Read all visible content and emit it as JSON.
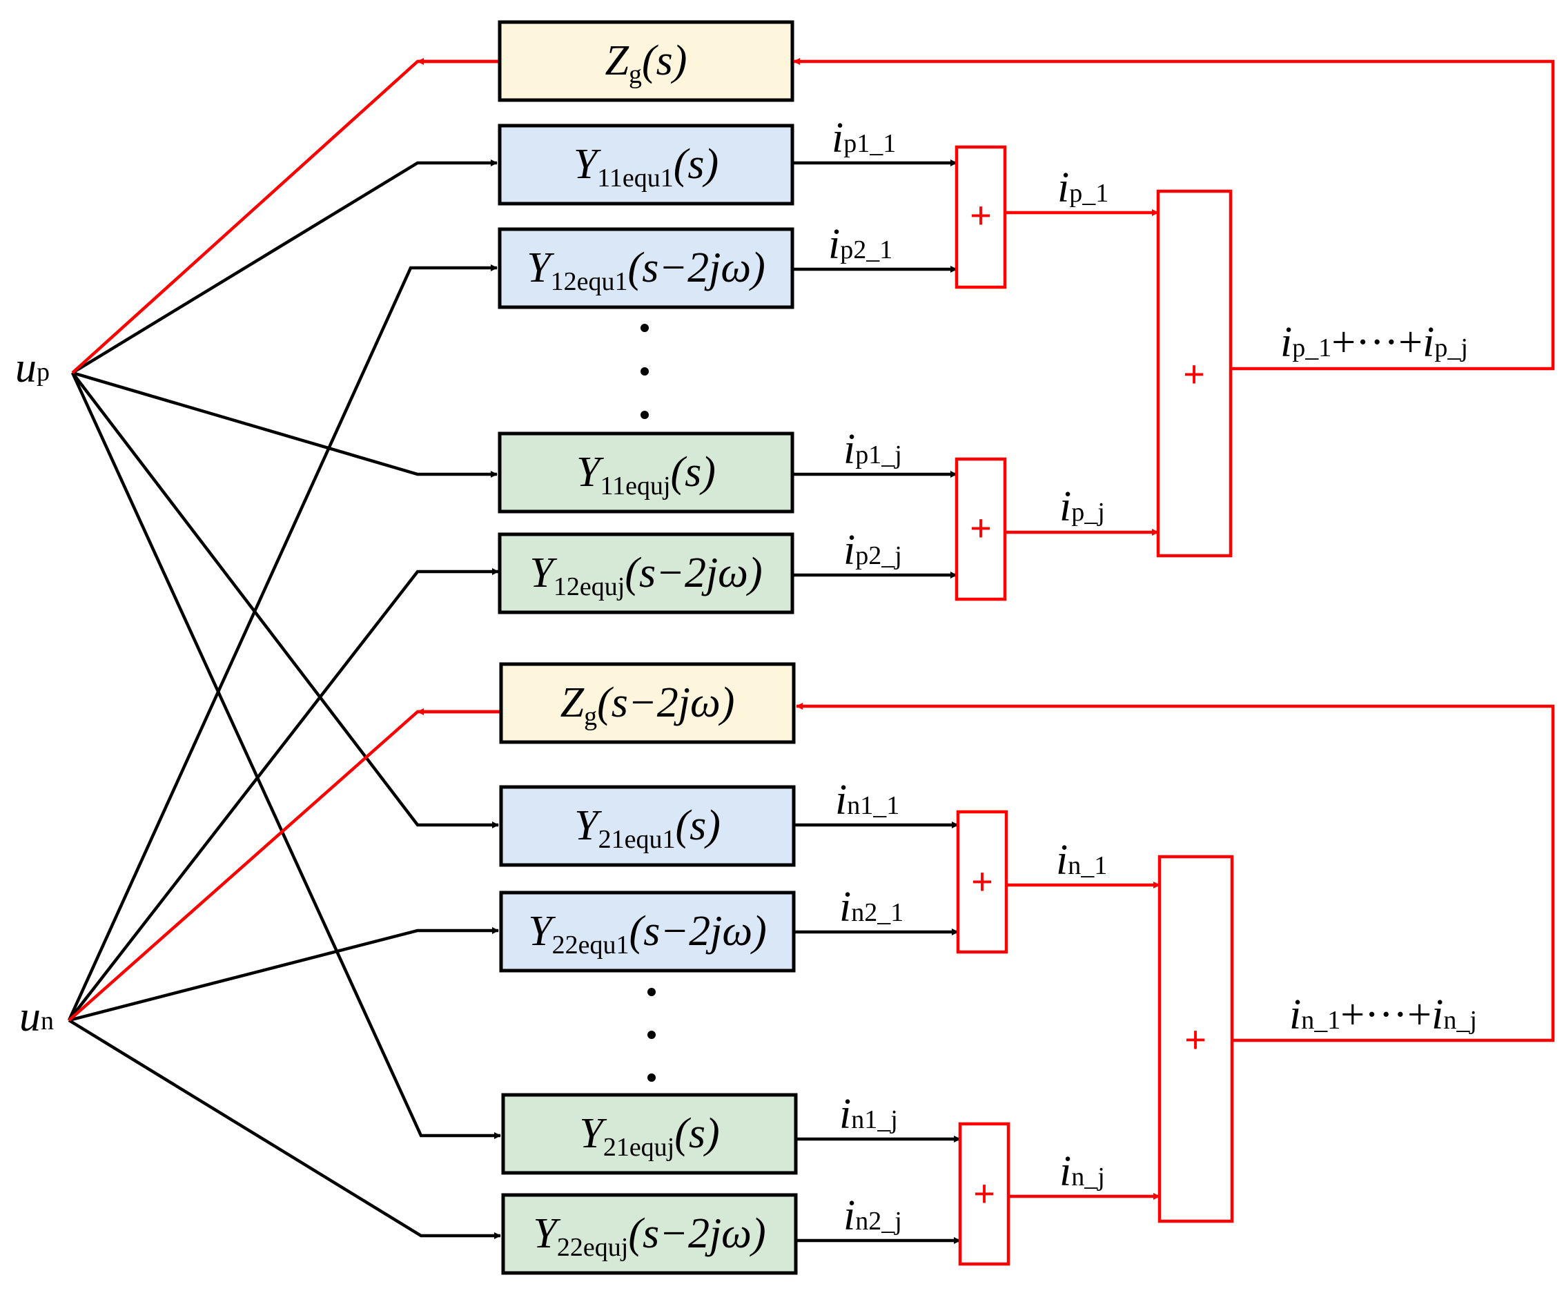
{
  "colors": {
    "impedance_fill": "#fdf5dc",
    "admittance1_fill": "#dae7f7",
    "admittancej_fill": "#d6e8d6",
    "feedback": "#ff0000",
    "signal": "#000000"
  },
  "inputs": {
    "up": {
      "main": "u",
      "sub": "p"
    },
    "un": {
      "main": "u",
      "sub": "n"
    }
  },
  "blocks": {
    "zg_p": {
      "main": "Z",
      "sub": "g",
      "arg": "(s)"
    },
    "y11_1": {
      "main": "Y",
      "sub": "11equ1",
      "arg": "(s)"
    },
    "y12_1": {
      "main": "Y",
      "sub": "12equ1",
      "arg": "(s−2jω)"
    },
    "y11_j": {
      "main": "Y",
      "sub": "11equj",
      "arg": "(s)"
    },
    "y12_j": {
      "main": "Y",
      "sub": "12equj",
      "arg": "(s−2jω)"
    },
    "zg_n": {
      "main": "Z",
      "sub": "g",
      "arg": "(s−2jω)"
    },
    "y21_1": {
      "main": "Y",
      "sub": "21equ1",
      "arg": "(s)"
    },
    "y22_1": {
      "main": "Y",
      "sub": "22equ1",
      "arg": "(s−2jω)"
    },
    "y21_j": {
      "main": "Y",
      "sub": "21equj",
      "arg": "(s)"
    },
    "y22_j": {
      "main": "Y",
      "sub": "22equj",
      "arg": "(s−2jω)"
    }
  },
  "currents": {
    "ip1_1": {
      "main": "i",
      "sub": "p1_1"
    },
    "ip2_1": {
      "main": "i",
      "sub": "p2_1"
    },
    "ip1_j": {
      "main": "i",
      "sub": "p1_j"
    },
    "ip2_j": {
      "main": "i",
      "sub": "p2_j"
    },
    "ip_1": {
      "main": "i",
      "sub": "p_1"
    },
    "ip_j": {
      "main": "i",
      "sub": "p_j"
    },
    "in1_1": {
      "main": "i",
      "sub": "n1_1"
    },
    "in2_1": {
      "main": "i",
      "sub": "n2_1"
    },
    "in1_j": {
      "main": "i",
      "sub": "n1_j"
    },
    "in2_j": {
      "main": "i",
      "sub": "n2_j"
    },
    "in_1": {
      "main": "i",
      "sub": "n_1"
    },
    "in_j": {
      "main": "i",
      "sub": "n_j"
    }
  },
  "totals": {
    "p": {
      "i1": "i",
      "s1": "p_1",
      "mid": "+···+",
      "i2": "i",
      "s2": "p_j"
    },
    "n": {
      "i1": "i",
      "s1": "n_1",
      "mid": "+···+",
      "i2": "i",
      "s2": "n_j"
    }
  },
  "sum_sign": "+"
}
